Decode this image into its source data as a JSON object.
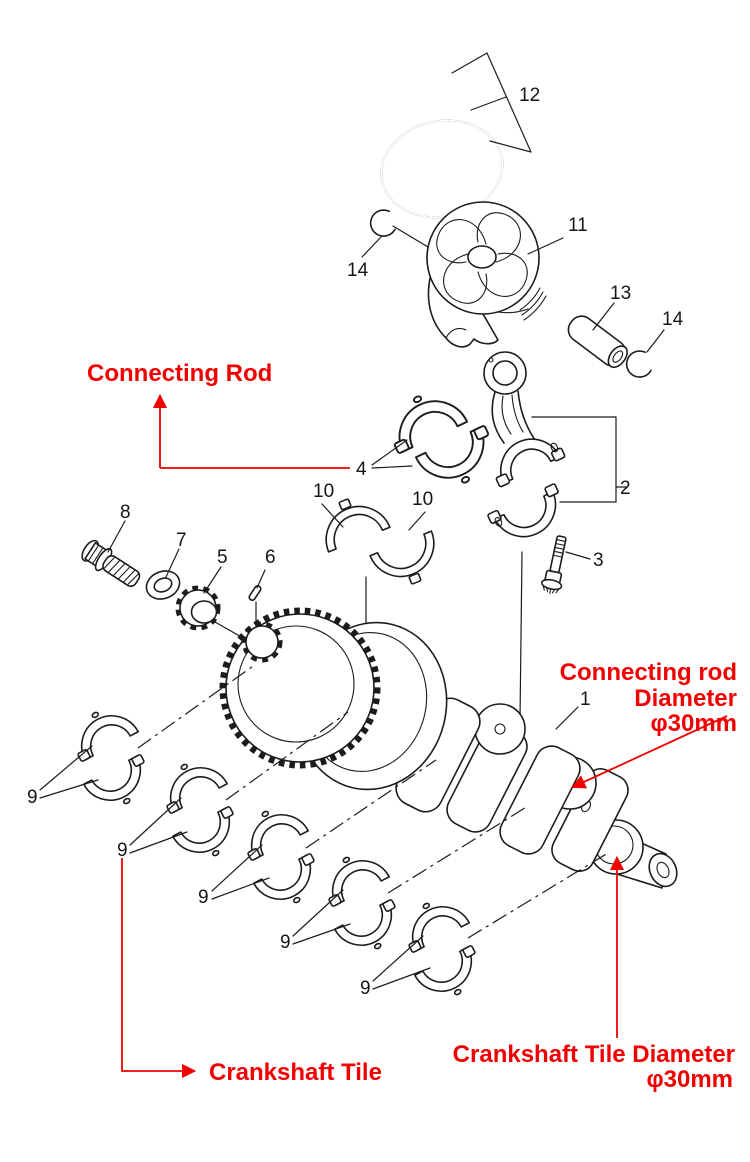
{
  "colors": {
    "annotation_red": "#f20000",
    "line_art": "#1c1c1c",
    "background": "#ffffff"
  },
  "annotations": {
    "connecting_rod_label": "Connecting Rod",
    "rod_diameter_line1": "Connecting rod",
    "rod_diameter_line2": "Diameter",
    "rod_diameter_line3": "φ30mm",
    "crankshaft_tile_label": "Crankshaft Tile",
    "tile_diameter_line1": "Crankshaft Tile Diameter",
    "tile_diameter_line2": "φ30mm"
  },
  "callouts": {
    "crankshaft": "1",
    "connecting_rod": "2",
    "rod_bolt": "3",
    "rod_bearing": "4",
    "gear": "5",
    "dowel_pin": "6",
    "washer": "7",
    "bolt": "8",
    "main_bearing": "9",
    "thrust_washer": "10",
    "piston": "11",
    "piston_rings": "12",
    "piston_pin": "13",
    "circlip": "14"
  }
}
